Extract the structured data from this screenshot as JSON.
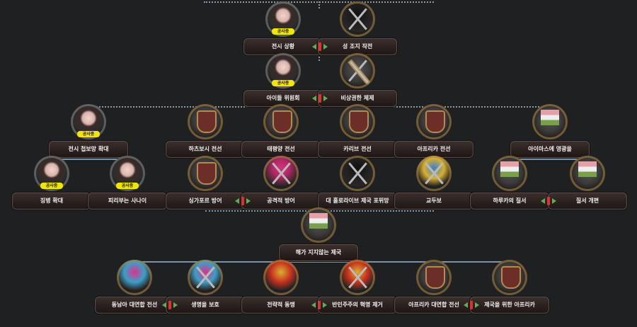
{
  "badge_text": "공사중",
  "colors": {
    "background": "#1e2022",
    "connector": "#7c93a8",
    "badge": "#f2e500",
    "exclusive": "#e03030"
  },
  "rows": [
    {
      "nodes": [
        {
          "label": "전시 상황",
          "icon": "idol-portrait-icon"
        },
        {
          "label": "성 조지 작전",
          "icon": "crossed-swords-flag-icon"
        }
      ]
    },
    {
      "nodes": [
        {
          "label": "아이돌 위원회",
          "icon": "idol-portrait-icon"
        },
        {
          "label": "비상권한 체제",
          "icon": "crossed-axes-shield-icon"
        }
      ]
    },
    {
      "nodes": [
        {
          "label": "전시 첩보망 확대",
          "icon": "idol-portrait-icon"
        },
        {
          "label": "하츠보시 전선",
          "icon": "shield-map-icon"
        },
        {
          "label": "태평양 전선",
          "icon": "shield-map-icon"
        },
        {
          "label": "카리브 전선",
          "icon": "shield-map-icon"
        },
        {
          "label": "아프리카 전선",
          "icon": "shield-map-icon"
        },
        {
          "label": "아이마스에 영광을",
          "icon": "flag-globe-icon"
        }
      ]
    },
    {
      "nodes": [
        {
          "label": "징병 확대",
          "icon": "idol-portrait-icon"
        },
        {
          "label": "피리부는 사나이",
          "icon": "idol-portrait-icon"
        },
        {
          "label": "싱가포르 방어",
          "icon": "shield-map-icon"
        },
        {
          "label": "공격적 방어",
          "icon": "pink-flag-swords-icon"
        },
        {
          "label": "대 홀로라이브 제국 포위망",
          "icon": "dark-flag-swords-icon"
        },
        {
          "label": "교두보",
          "icon": "blue-yellow-flag-swords-icon"
        },
        {
          "label": "하루카의 질서",
          "icon": "flag-character-icon"
        },
        {
          "label": "질서 개편",
          "icon": "flag-tank-icon"
        }
      ]
    },
    {
      "nodes": [
        {
          "label": "해가 지지않는 제국",
          "icon": "flag-icon"
        }
      ]
    },
    {
      "nodes": [
        {
          "label": "동남아 대연합 전선",
          "icon": "flags-handshake-icon"
        },
        {
          "label": "생명을 보호",
          "icon": "pink-blue-flag-swords-icon"
        },
        {
          "label": "전략적 동맹",
          "icon": "handshake-figure-icon"
        },
        {
          "label": "반민주주의 혁명 제거",
          "icon": "red-yellow-flag-swords-icon"
        },
        {
          "label": "아프리카 대연합 전선",
          "icon": "africa-shield-icon"
        },
        {
          "label": "제국을 위한 아프리카",
          "icon": "africa-shield-icon"
        }
      ]
    }
  ]
}
